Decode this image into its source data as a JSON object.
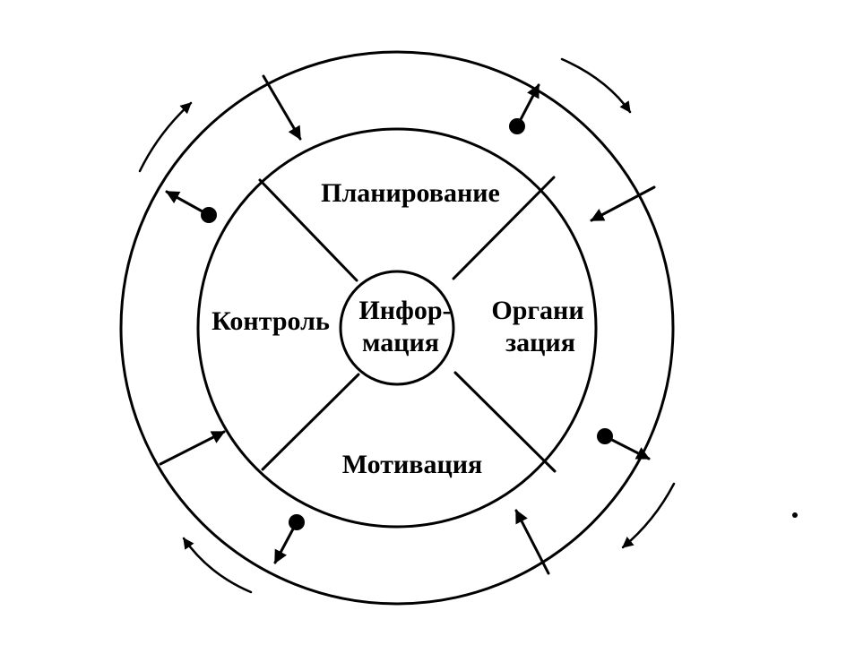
{
  "labels": {
    "planning": "Планирование",
    "organization_line1": "Органи",
    "organization_line2": "зация",
    "motivation": "Мотивация",
    "control": "Контроль",
    "information_line1": "Инфор-",
    "information_line2": "мация"
  }
}
